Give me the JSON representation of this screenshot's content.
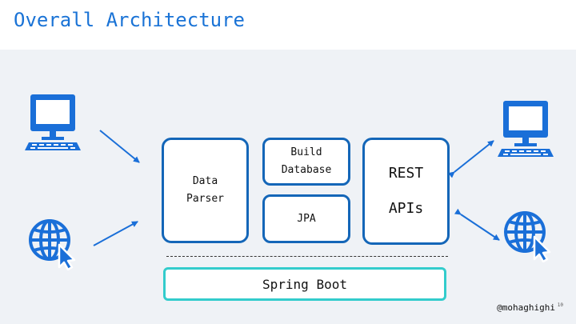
{
  "header": {
    "title": "Overall Architecture"
  },
  "diagram": {
    "data_parser": {
      "line1": "Data",
      "line2": "Parser"
    },
    "build_database": {
      "line1": "Build",
      "line2": "Database"
    },
    "jpa": {
      "label": "JPA"
    },
    "rest_apis": {
      "line1": "REST",
      "line2": "APIs"
    },
    "spring_boot": {
      "label": "Spring Boot"
    }
  },
  "footer": {
    "handle": "@mohaghighi",
    "page_number": "10"
  },
  "icons": [
    "computer-icon",
    "globe-cursor-icon",
    "computer-icon",
    "globe-cursor-icon"
  ],
  "colors": {
    "accent": "#1a73d6",
    "box_border": "#1466b8",
    "spring_border": "#33cccc",
    "background": "#eff2f6"
  }
}
